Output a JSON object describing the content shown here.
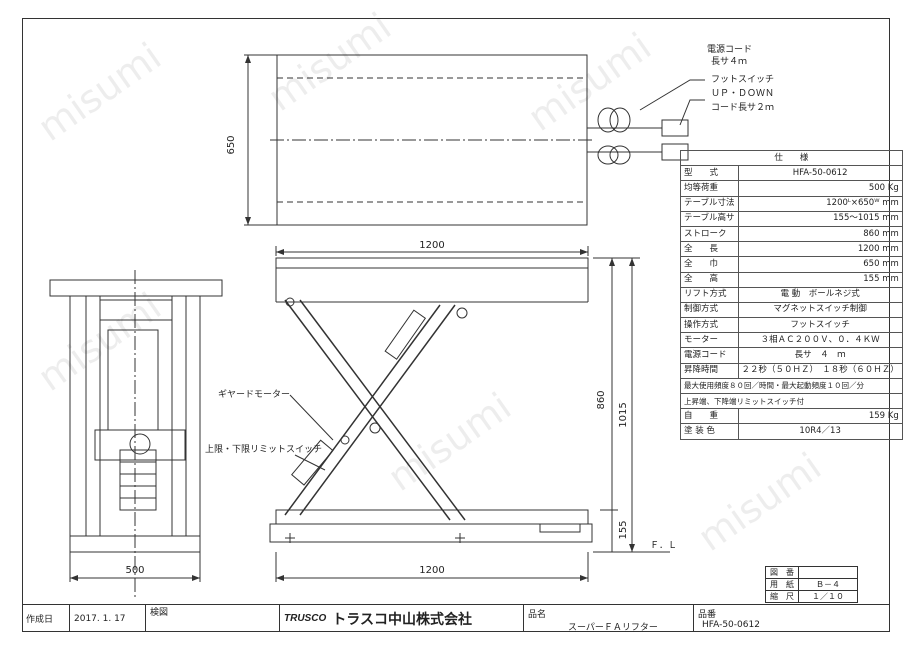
{
  "watermark": "misumi",
  "top_view": {
    "dim_650": "650",
    "power_cord_label": "電源コード",
    "power_cord_len": "長サ４ｍ",
    "foot_switch_label": "フットスイッチ",
    "foot_switch_updown": "ＵＰ・ＤＯＷＮ",
    "foot_switch_cord": "コード長サ２ｍ"
  },
  "side_view": {
    "dim_top_1200": "1200",
    "dim_bottom_1200": "1200",
    "dim_860": "860",
    "dim_1015": "1015",
    "dim_155": "155",
    "floor_line": "Ｆ．Ｌ"
  },
  "front_view": {
    "dim_500": "500",
    "geared_motor": "ギヤードモーター",
    "limit_switch": "上限・下限リミットスイッチ"
  },
  "spec": {
    "header": "仕　　様",
    "rows": [
      {
        "k": "型　　式",
        "v": "HFA-50-0612",
        "align": "c"
      },
      {
        "k": "均等荷重",
        "v": "500 Kg",
        "align": "r"
      },
      {
        "k": "テーブル寸法",
        "v": "1200ᴸ×650ᵂ mm",
        "align": "r"
      },
      {
        "k": "テーブル高サ",
        "v": "155～1015 mm",
        "align": "r"
      },
      {
        "k": "ストローク",
        "v": "860 mm",
        "align": "r"
      },
      {
        "k": "全　　長",
        "v": "1200 mm",
        "align": "r"
      },
      {
        "k": "全　　巾",
        "v": "650 mm",
        "align": "r"
      },
      {
        "k": "全　　高",
        "v": "155 mm",
        "align": "r"
      },
      {
        "k": "リフト方式",
        "v": "電 動　ボールネジ式",
        "align": "c"
      },
      {
        "k": "制御方式",
        "v": "マグネットスイッチ制御",
        "align": "c"
      },
      {
        "k": "操作方式",
        "v": "フットスイッチ",
        "align": "c"
      },
      {
        "k": "モーター",
        "v": "３相ＡＣ２００Ｖ、０．４ＫＷ",
        "align": "c"
      },
      {
        "k": "電源コード",
        "v": "長サ　４　ｍ",
        "align": "c"
      },
      {
        "k": "昇降時間",
        "v": "２２秒（５０ＨＺ）　１８秒（６０ＨＺ）",
        "align": "c"
      }
    ],
    "full_rows": [
      "最大使用頻度８０回／時間・最大起動頻度１０回／分",
      "上昇端、下降端リミットスイッチ付"
    ],
    "tail_rows": [
      {
        "k": "自　　重",
        "v": "159 Kg",
        "align": "r"
      },
      {
        "k": "塗 装 色",
        "v": "10R4／13",
        "align": "c"
      }
    ]
  },
  "scale_box": {
    "zuban": "図　番",
    "yoshi": "用　紙",
    "yoshi_val": "Ｂ－４",
    "shukushaku": "縮　尺",
    "shukushaku_val": "１／１０"
  },
  "title_block": {
    "date_label": "作成日",
    "date_value": "2017. 1. 17",
    "check_label": "検図",
    "brand": "TRUSCO",
    "company": "トラスコ中山株式会社",
    "name_label": "品名",
    "name_value": "スーパーＦＡリフター",
    "code_label": "品番",
    "code_value": "HFA-50-0612"
  }
}
